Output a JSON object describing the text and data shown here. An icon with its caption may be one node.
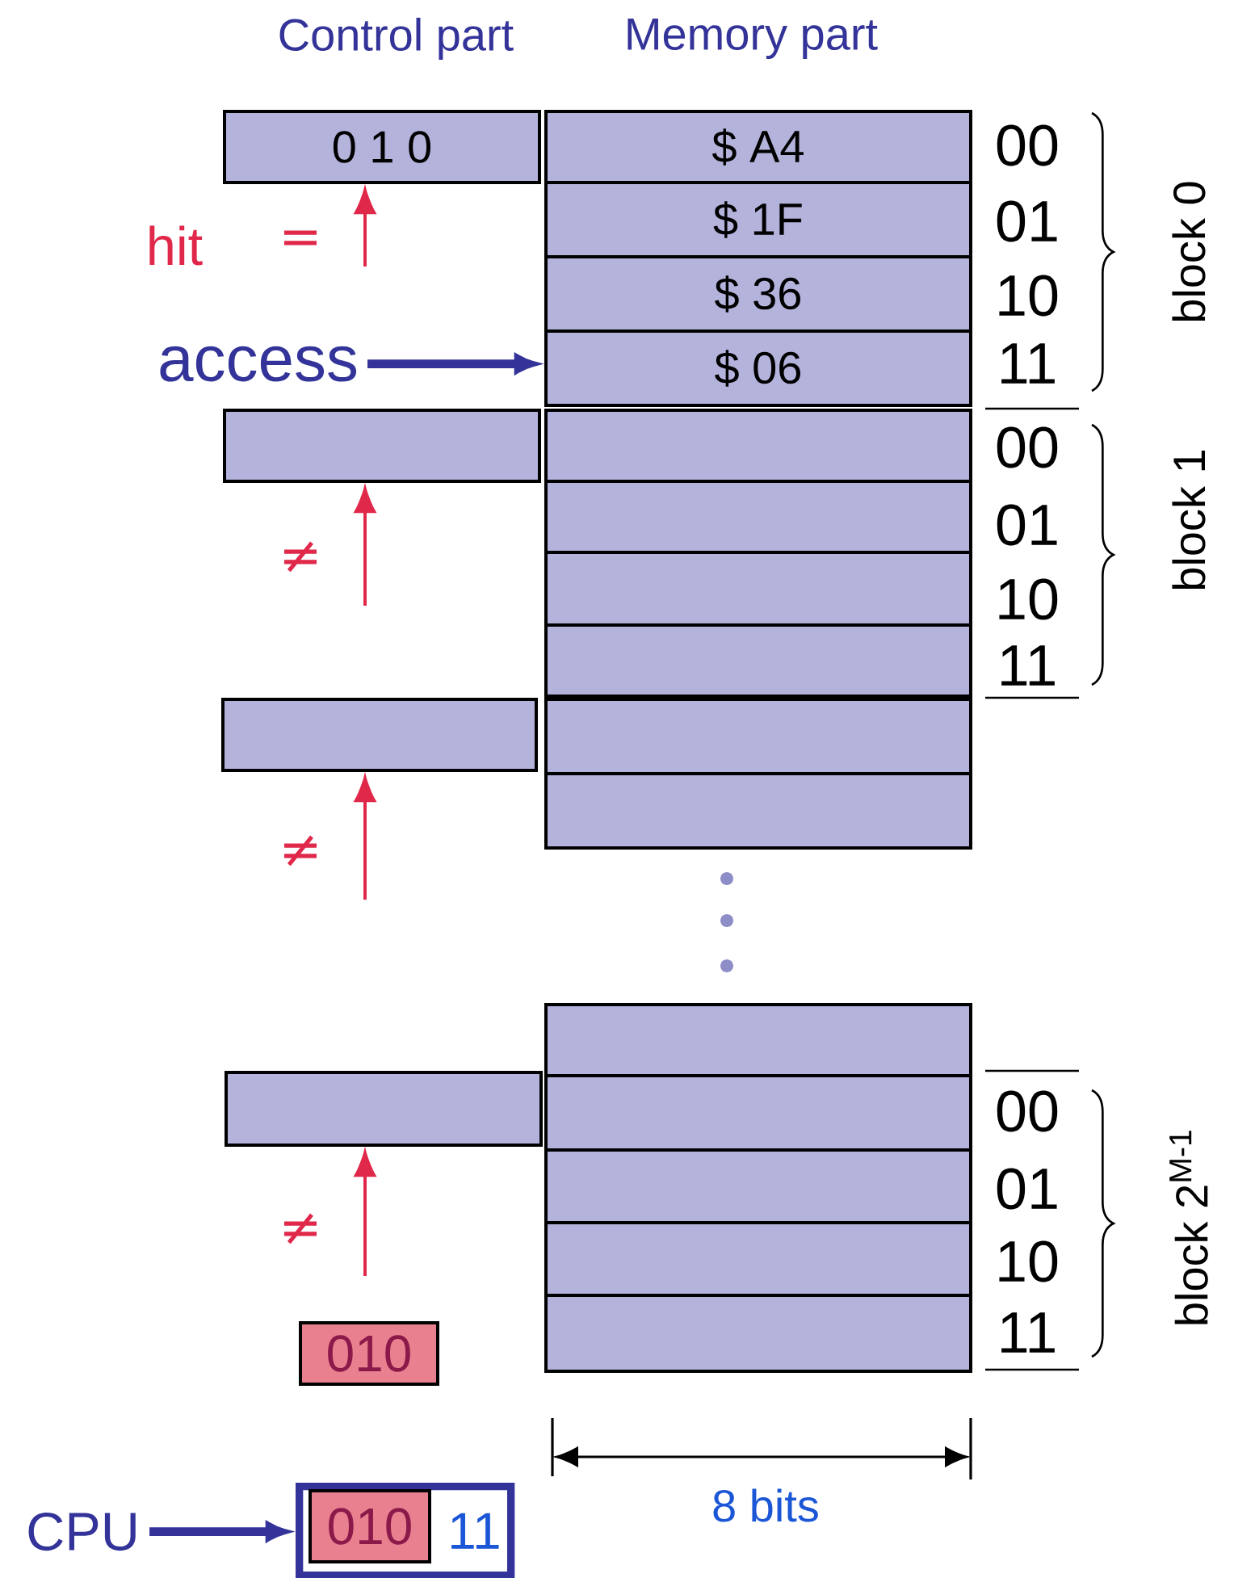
{
  "diagram": {
    "nodes": [
      {
        "text": [
          "0 1 0"
        ]
      },
      {
        "text": [
          "$ A4"
        ]
      },
      {
        "text": [
          "$ 1F"
        ]
      },
      {
        "text": [
          "$ 36"
        ]
      },
      {
        "text": [
          "access"
        ]
      },
      {
        "text": [
          "$ 06"
        ]
      },
      {
        "text": [],
        "shape": "box"
      },
      {
        "text": [],
        "shape": "box"
      },
      {
        "text": [],
        "shape": "box"
      },
      {
        "text": [],
        "shape": "box"
      },
      {
        "text": [],
        "shape": "box"
      },
      {
        "text": [],
        "shape": "box"
      },
      {
        "text": [],
        "shape": "box"
      },
      {
        "text": [],
        "shape": "box"
      },
      {
        "text": [],
        "shape": "box"
      },
      {
        "text": [],
        "shape": "box"
      },
      {
        "text": [],
        "shape": "box"
      },
      {
        "text": [],
        "shape": "box"
      },
      {
        "text": [],
        "shape": "box"
      },
      {
        "text": [],
        "shape": "box"
      },
      {
        "text": [
          "010"
        ]
      },
      {
        "text": [
          "CPU"
        ]
      },
      {
        "text": [
          "11"
        ]
      },
      {
        "text": [
          "010"
        ],
        "in": 22
      }
    ],
    "edges": [
      {
        "from": null,
        "to": 0,
        "arrow": "to",
        "label": "="
      },
      {
        "from": null,
        "to": 6,
        "arrow": "to",
        "label": "≠"
      },
      {
        "from": null,
        "to": 11,
        "arrow": "to",
        "label": "≠"
      },
      {
        "from": null,
        "to": 15,
        "arrow": "to",
        "label": "≠"
      },
      {
        "from": 4,
        "to": 5,
        "arrow": "to",
        "style": "thick",
        "color": "#333399"
      },
      {
        "from": 21,
        "to": 22,
        "arrow": "to",
        "style": "thick",
        "color": "#333399"
      }
    ],
    "labels": [
      "Control part",
      "Memory part",
      "hit",
      "00",
      "01",
      "10",
      "11",
      "block 0",
      "00",
      "01",
      "10",
      "11",
      "block 1",
      "00",
      "01",
      "10",
      "11",
      "block 2$^{M-1}$",
      "8 bits"
    ]
  }
}
